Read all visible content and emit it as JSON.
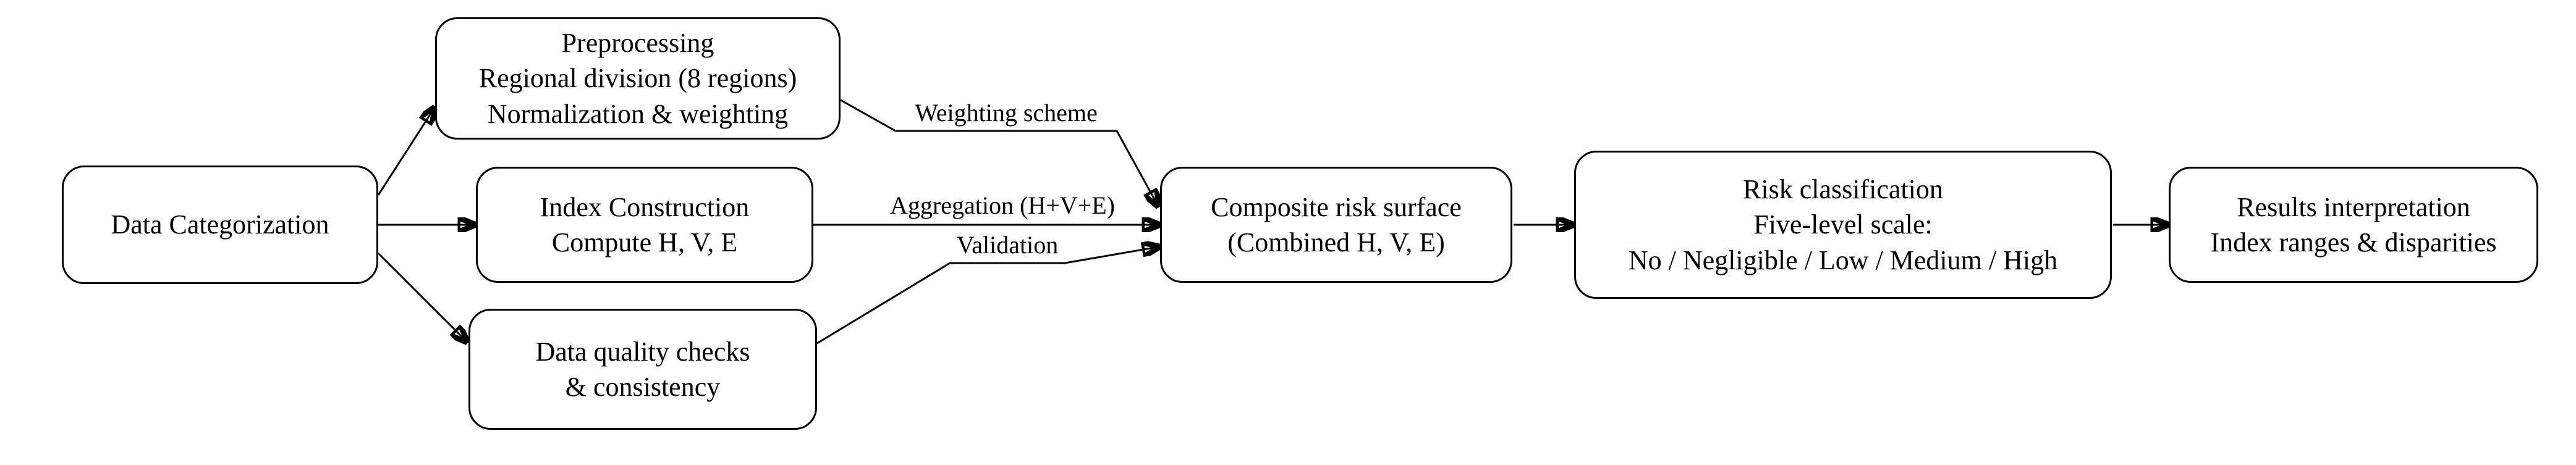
{
  "colors": {
    "background": "#ffffff",
    "node_fill": "#ffffff",
    "stroke": "#000000",
    "text": "#000000"
  },
  "nodes": {
    "data_categorization": {
      "lines": [
        "Data Categorization"
      ]
    },
    "preprocessing": {
      "lines": [
        "Preprocessing",
        "Regional division (8 regions)",
        "Normalization & weighting"
      ]
    },
    "index_construction": {
      "lines": [
        "Index Construction",
        "Compute H, V, E"
      ]
    },
    "data_quality": {
      "lines": [
        "Data quality checks",
        "& consistency"
      ]
    },
    "composite_risk": {
      "lines": [
        "Composite risk surface",
        "(Combined H, V, E)"
      ]
    },
    "risk_classification": {
      "lines": [
        "Risk classification",
        "Five-level scale:",
        "No / Negligible / Low / Medium / High"
      ]
    },
    "results_interpretation": {
      "lines": [
        "Results interpretation",
        "Index ranges & disparities"
      ]
    }
  },
  "edges": [
    {
      "from": "data_categorization",
      "to": "preprocessing",
      "label": ""
    },
    {
      "from": "data_categorization",
      "to": "index_construction",
      "label": ""
    },
    {
      "from": "data_categorization",
      "to": "data_quality",
      "label": ""
    },
    {
      "from": "preprocessing",
      "to": "composite_risk",
      "label": "Weighting scheme"
    },
    {
      "from": "index_construction",
      "to": "composite_risk",
      "label": "Aggregation (H+V+E)"
    },
    {
      "from": "data_quality",
      "to": "composite_risk",
      "label": "Validation"
    },
    {
      "from": "composite_risk",
      "to": "risk_classification",
      "label": ""
    },
    {
      "from": "risk_classification",
      "to": "results_interpretation",
      "label": ""
    }
  ]
}
